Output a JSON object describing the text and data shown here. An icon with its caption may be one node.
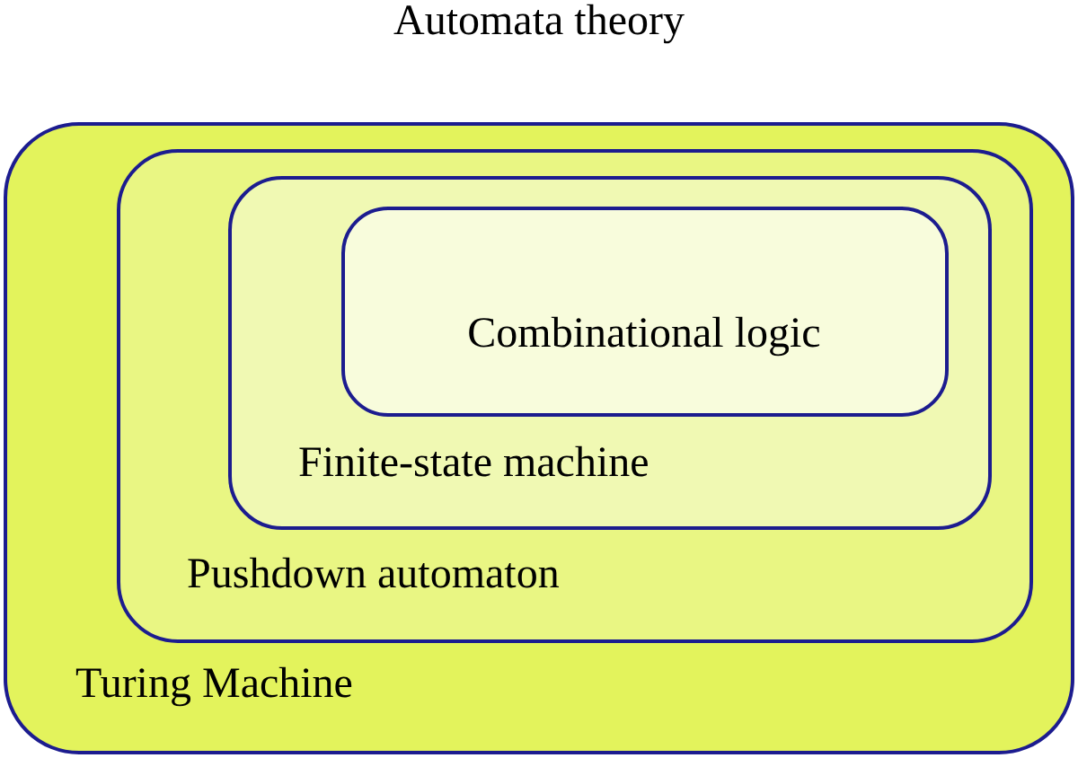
{
  "diagram": {
    "title": "Automata theory",
    "nodes": [
      {
        "text": [
          "Turing Machine"
        ]
      },
      {
        "text": [
          "Pushdown automaton"
        ],
        "in": 0
      },
      {
        "text": [
          "Finite-state machine"
        ],
        "in": 1
      },
      {
        "text": [
          "Combinational logic"
        ],
        "in": 2
      }
    ]
  }
}
